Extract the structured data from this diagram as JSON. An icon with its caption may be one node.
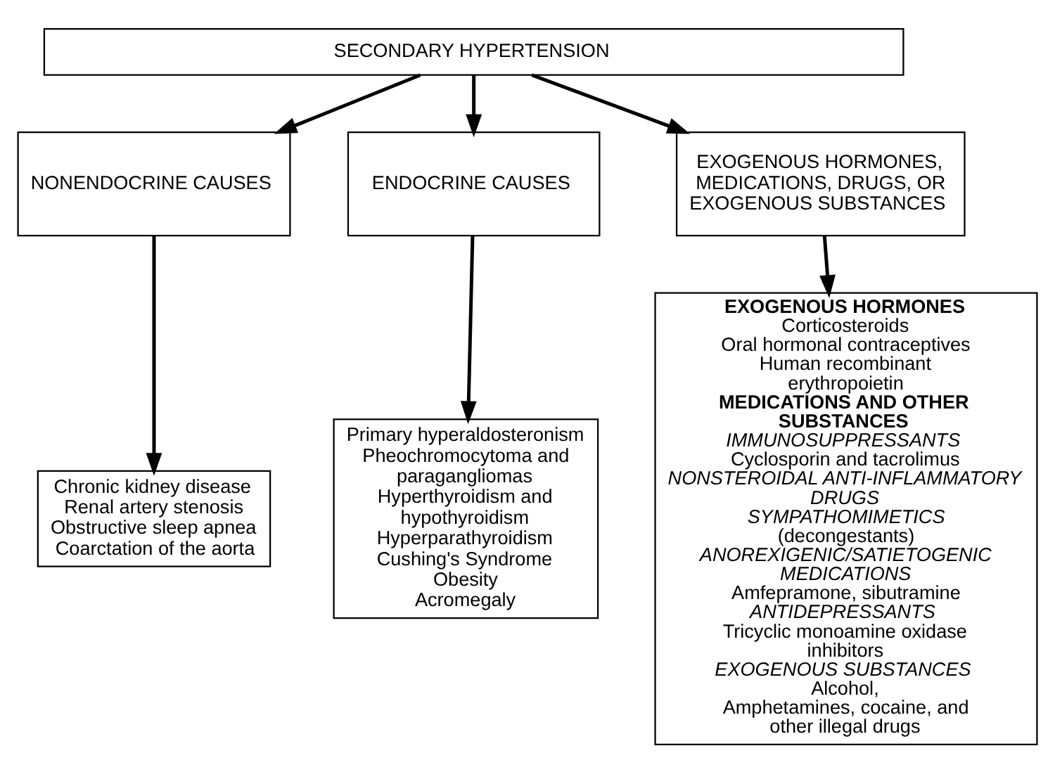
{
  "diagram": {
    "nodes": [
      {
        "text": [
          "SECONDARY HYPERTENSION"
        ]
      },
      {
        "text": [
          "NONENDOCRINE CAUSES"
        ]
      },
      {
        "text": [
          "ENDOCRINE CAUSES"
        ]
      },
      {
        "text": [
          "EXOGENOUS HORMONES, MEDICATIONS, DRUGS, OR EXOGENOUS SUBSTANCES"
        ]
      },
      {
        "text": [
          "Chronic kidney disease",
          "Renal artery stenosis",
          "Obstructive sleep apnea",
          "Coarctation of the aorta"
        ]
      },
      {
        "text": [
          "Primary hyperaldosteronism",
          "Pheochromocytoma and paragangliomas",
          "Hyperthyroidism and hypothyroidism",
          "Hyperparathyroidism",
          "Cushing's Syndrome",
          "Obesity",
          "Acromegaly"
        ]
      },
      {
        "text": [
          "EXOGENOUS HORMONES",
          "Corticosteroids",
          "Oral hormonal contraceptives",
          "Human recombinant erythropoietin",
          "MEDICATIONS AND OTHER SUBSTANCES",
          "IMMUNOSUPPRESSANTS",
          "Cyclosporin and tacrolimus",
          "NONSTEROIDAL ANTI-INFLAMMATORY DRUGS",
          "SYMPATHOMIMETICS",
          "(decongestants)",
          "ANOREXIGENIC/SATIETOGENIC MEDICATIONS",
          "Amfepramone, sibutramine",
          "ANTIDEPRESSANTS",
          "Tricyclic monoamine oxidase inhibitors",
          "EXOGENOUS SUBSTANCES",
          "Alcohol,",
          "Amphetamines, cocaine, and other illegal drugs"
        ]
      }
    ],
    "edges": [
      {
        "from": 0,
        "to": 1,
        "arrow": "to"
      },
      {
        "from": 0,
        "to": 2,
        "arrow": "to"
      },
      {
        "from": 0,
        "to": 3,
        "arrow": "to"
      },
      {
        "from": 1,
        "to": 4,
        "arrow": "to"
      },
      {
        "from": 2,
        "to": 5,
        "arrow": "to"
      },
      {
        "from": 3,
        "to": 6,
        "arrow": "to"
      }
    ]
  }
}
